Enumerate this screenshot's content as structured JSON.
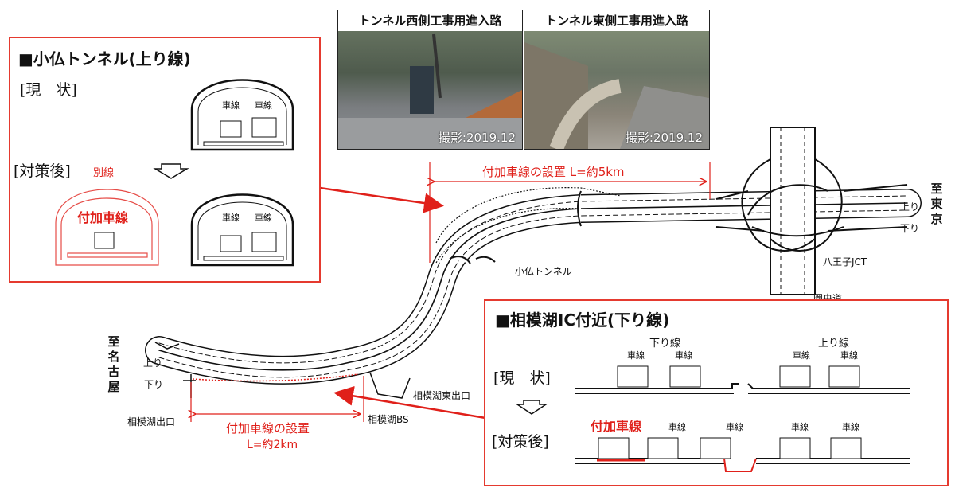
{
  "kobotoke": {
    "title": "■小仏トンネル(上り線)",
    "current_label": "[現　状]",
    "after_label": "[対策後]",
    "betsusen": "別線",
    "added_lane": "付加車線",
    "lane_label": "車線"
  },
  "photos": [
    {
      "caption": "トンネル西側工事用進入路",
      "date": "撮影:2019.12"
    },
    {
      "caption": "トンネル東側工事用進入路",
      "date": "撮影:2019.12"
    }
  ],
  "map": {
    "east_section": "付加車線の設置 L=約5km",
    "west_section_1": "付加車線の設置",
    "west_section_2": "L=約2km",
    "up": "上り",
    "down": "下り",
    "to_tokyo": "至東京",
    "to_nagoya": "至名古屋",
    "tunnel": "小仏トンネル",
    "jct": "八王子JCT",
    "ken_o": "圏央道",
    "sagamiko_east_exit": "相模湖東出口",
    "sagamiko_bs": "相模湖BS",
    "sagamiko_exit": "相模湖出口"
  },
  "sagamiko": {
    "title": "■相模湖IC付近(下り線)",
    "current_label": "[現　状]",
    "after_label": "[対策後]",
    "down_line": "下り線",
    "up_line": "上り線",
    "lane_label": "車線",
    "added_lane": "付加車線"
  },
  "colors": {
    "accent": "#e0201a",
    "panel_border": "#e53a2f"
  }
}
